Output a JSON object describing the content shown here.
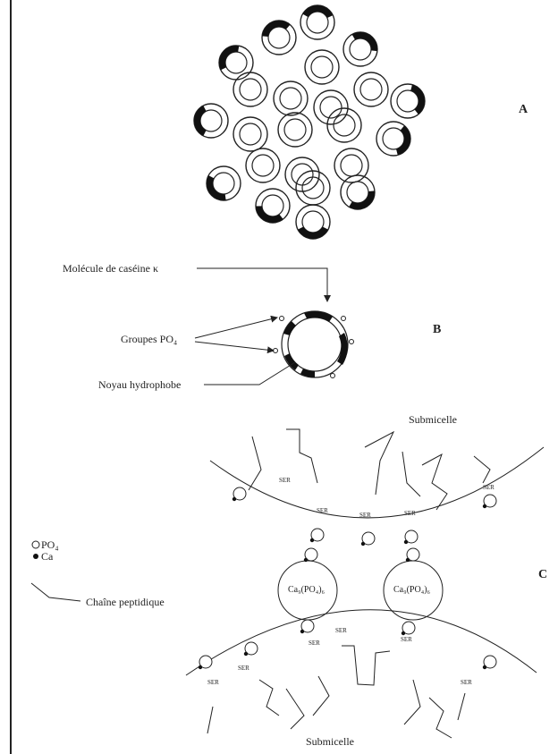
{
  "figure": {
    "panel_a": {
      "letter": "A"
    },
    "panel_b": {
      "letter": "B",
      "casein_label": "Molécule de caséine κ",
      "phosphate_label": "Groupes PO₄",
      "core_label": "Noyau hydrophobe"
    },
    "panel_c": {
      "letter": "C",
      "top_label": "Submicelle",
      "bottom_label": "Submicelle",
      "ser_label": "SER",
      "cluster_label": "Ca₉(PO₄)₆"
    },
    "legend": {
      "po4": "PO₄",
      "ca": "Ca",
      "chain": "Chaîne peptidique"
    }
  }
}
